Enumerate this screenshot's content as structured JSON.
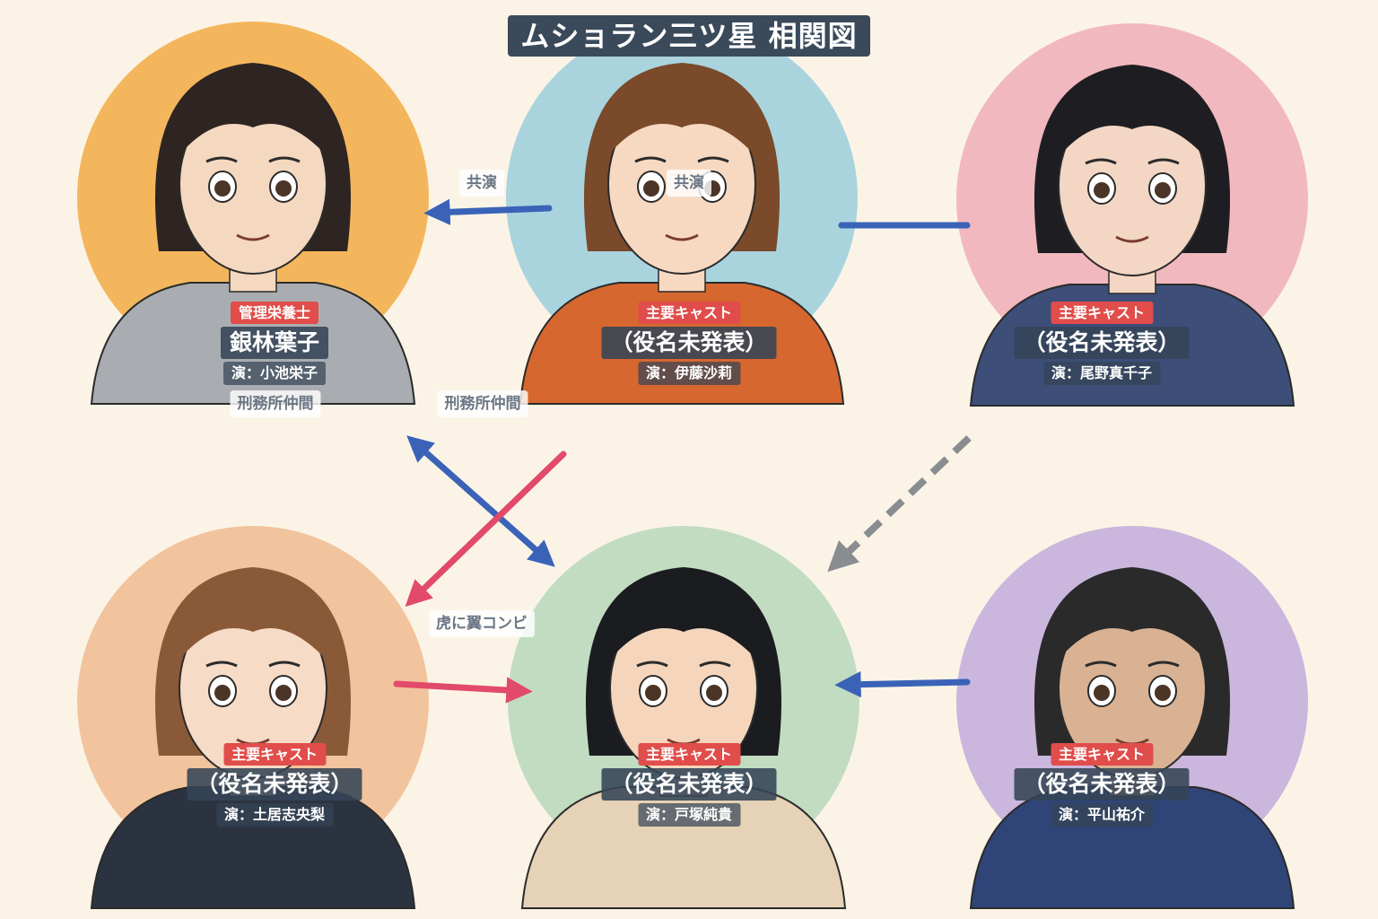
{
  "title": "ムショラン三ツ星 相関図",
  "colors": {
    "title_bg": "#3a4a5a",
    "role_badge": "#e04d4a",
    "name_bg": "#344456",
    "arrow_blue": "#3a63b8",
    "arrow_pink": "#e24a6a",
    "arrow_gray": "#8a8d90",
    "background": "#fbf4e6"
  },
  "characters": [
    {
      "role": "管理栄養士",
      "name": "銀林葉子",
      "actor": "演：小池栄子",
      "circle_color": "#f4b65c",
      "skin": "#f5d8c0",
      "hair": "#2e2522",
      "clothes": "#a9adb1"
    },
    {
      "role": "主要キャスト",
      "name": "（役名未発表）",
      "actor": "演：伊藤沙莉",
      "circle_color": "#a9d4de",
      "skin": "#f7d9c2",
      "hair": "#7a4a2a",
      "clothes": "#d6672e"
    },
    {
      "role": "主要キャスト",
      "name": "（役名未発表）",
      "actor": "演：尾野真千子",
      "circle_color": "#f2b8bf",
      "skin": "#f3d7c4",
      "hair": "#1e1e22",
      "clothes": "#3d4e78"
    },
    {
      "role": "主要キャスト",
      "name": "（役名未発表）",
      "actor": "演：土居志央梨",
      "circle_color": "#f2c49d",
      "skin": "#f6dbc6",
      "hair": "#8a5a38",
      "clothes": "#2c3340"
    },
    {
      "role": "主要キャスト",
      "name": "（役名未発表）",
      "actor": "演：戸塚純貴",
      "circle_color": "#c2dcc2",
      "skin": "#f5d6bc",
      "hair": "#1b1c1f",
      "clothes": "#e6d2b6"
    },
    {
      "role": "主要キャスト",
      "name": "（役名未発表）",
      "actor": "演：平山祐介",
      "circle_color": "#cbb6dd",
      "skin": "#d9b294",
      "hair": "#2a2a2a",
      "clothes": "#2f4578"
    }
  ],
  "relations": [
    {
      "label": "共演",
      "style": "solid",
      "color": "blue"
    },
    {
      "label": "共演",
      "style": "solid",
      "color": "blue"
    },
    {
      "label": "刑務所仲間",
      "style": "solid",
      "color": "blue"
    },
    {
      "label": "刑務所仲間",
      "style": "solid",
      "color": "pink"
    },
    {
      "label": "虎に翼コンビ",
      "style": "solid",
      "color": "pink"
    },
    {
      "label": "",
      "style": "dashed",
      "color": "gray"
    },
    {
      "label": "",
      "style": "solid",
      "color": "blue"
    }
  ]
}
